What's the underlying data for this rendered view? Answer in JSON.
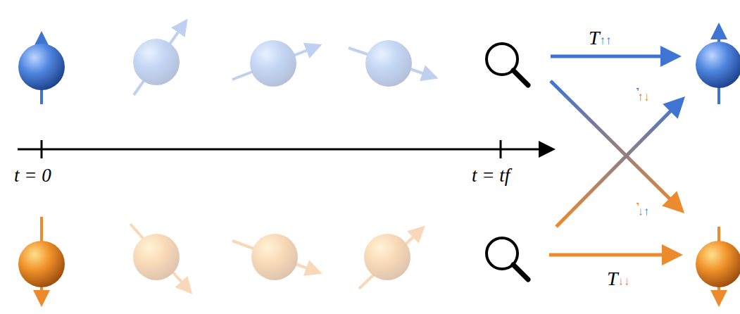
{
  "diagram": {
    "labels": [
      "T↑↑",
      "T↑↓",
      "T↓↑",
      "T↓↓",
      "t = 0",
      "t = tf"
    ]
  }
}
